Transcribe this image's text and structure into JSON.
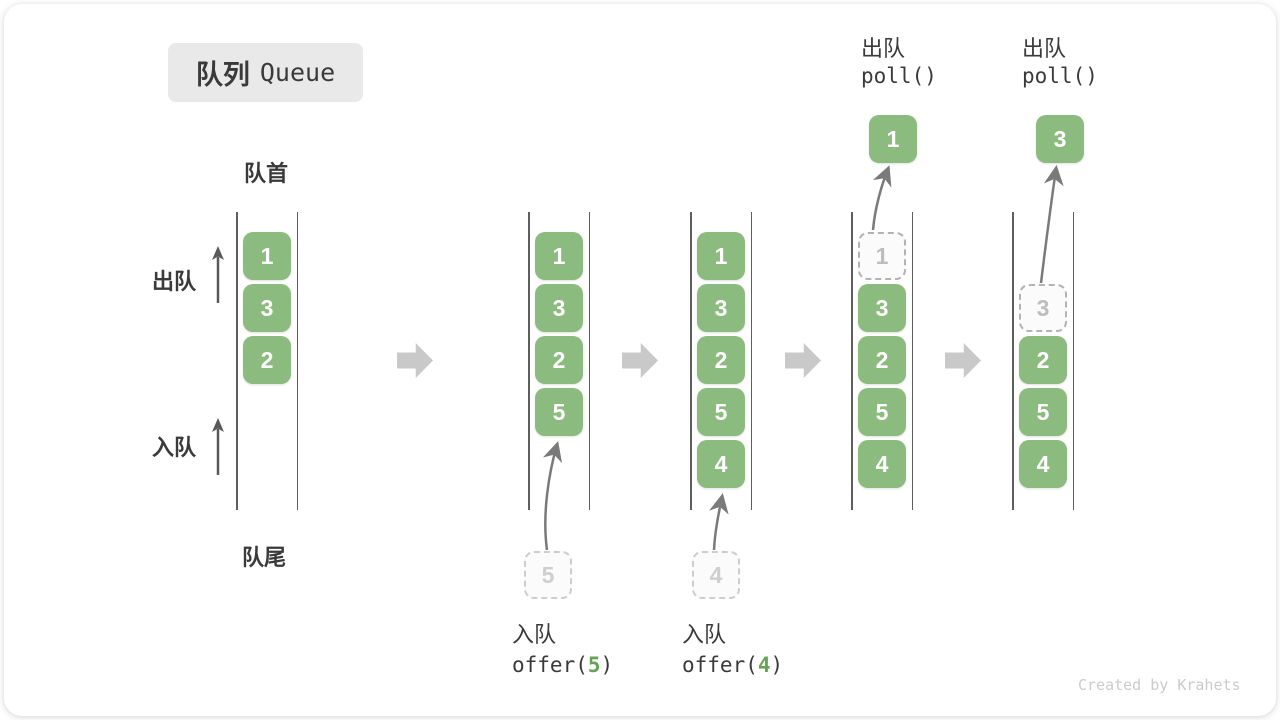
{
  "title": {
    "zh": "队列",
    "en": "Queue"
  },
  "side_labels": {
    "front": "队首",
    "rear": "队尾",
    "dequeue": "出队",
    "enqueue": "入队"
  },
  "queues": [
    {
      "slots": [
        {
          "v": "1",
          "style": "solid"
        },
        {
          "v": "3",
          "style": "solid"
        },
        {
          "v": "2",
          "style": "solid"
        }
      ]
    },
    {
      "slots": [
        {
          "v": "1",
          "style": "solid"
        },
        {
          "v": "3",
          "style": "solid"
        },
        {
          "v": "2",
          "style": "solid"
        },
        {
          "v": "5",
          "style": "solid"
        }
      ]
    },
    {
      "slots": [
        {
          "v": "1",
          "style": "solid"
        },
        {
          "v": "3",
          "style": "solid"
        },
        {
          "v": "2",
          "style": "solid"
        },
        {
          "v": "5",
          "style": "solid"
        },
        {
          "v": "4",
          "style": "solid"
        }
      ]
    },
    {
      "slots": [
        {
          "v": "1",
          "style": "dashed"
        },
        {
          "v": "3",
          "style": "solid"
        },
        {
          "v": "2",
          "style": "solid"
        },
        {
          "v": "5",
          "style": "solid"
        },
        {
          "v": "4",
          "style": "solid"
        }
      ]
    },
    {
      "slots": [
        {
          "v": "3",
          "style": "dashed"
        },
        {
          "v": "2",
          "style": "solid"
        },
        {
          "v": "5",
          "style": "solid"
        },
        {
          "v": "4",
          "style": "solid"
        }
      ]
    }
  ],
  "enqueue_ops": [
    {
      "label": "入队",
      "fn": "offer(",
      "arg": "5",
      "close": ")",
      "pending": "5"
    },
    {
      "label": "入队",
      "fn": "offer(",
      "arg": "4",
      "close": ")",
      "pending": "4"
    }
  ],
  "dequeue_ops": [
    {
      "label": "出队",
      "fn": "poll()",
      "value": "1"
    },
    {
      "label": "出队",
      "fn": "poll()",
      "value": "3"
    }
  ],
  "credit": "Created by Krahets",
  "colors": {
    "item_green": "#8cbb80",
    "code_green": "#64a454",
    "wall_line": "#5e5e5e",
    "thin_arrow": "#7a7a7a",
    "block_arrow": "#c9c9c9"
  }
}
